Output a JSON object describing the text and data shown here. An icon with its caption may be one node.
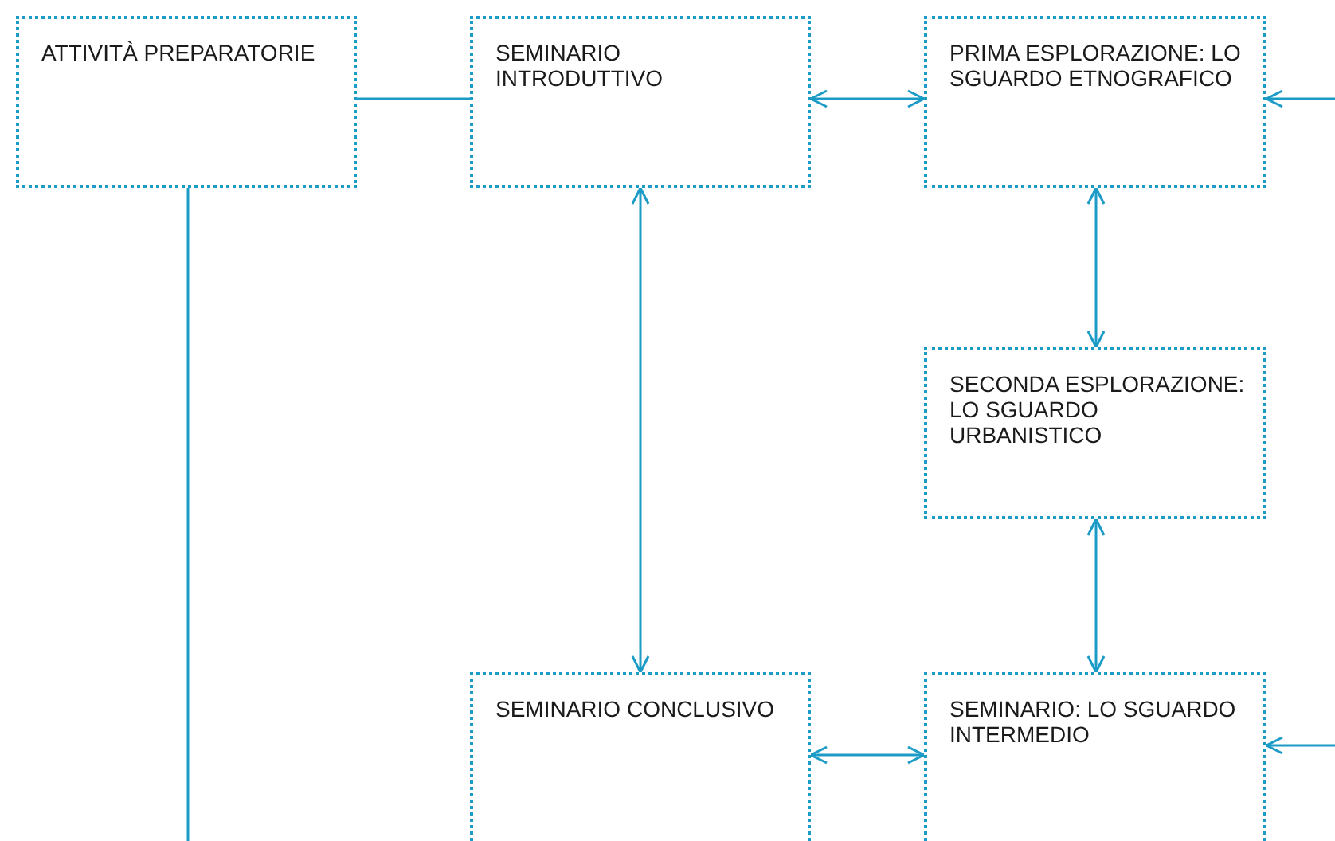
{
  "diagram": {
    "nodes": [
      {
        "text": [
          "ATTIVITÀ PREPARATORIE"
        ]
      },
      {
        "text": [
          "SEMINARIO INTRODUTTIVO"
        ]
      },
      {
        "text": [
          "PRIMA ESPLORAZIONE: LO SGUARDO ETNOGRAFICO"
        ]
      },
      {
        "text": [
          "SECONDA ESPLORAZIONE: LO SGUARDO URBANISTICO"
        ]
      },
      {
        "text": [
          "SEMINARIO CONCLUSIVO"
        ]
      },
      {
        "text": [
          "SEMINARIO: LO SGUARDO INTERMEDIO"
        ]
      }
    ],
    "edges": [
      {
        "from": 0,
        "to": 1,
        "arrow": "none"
      },
      {
        "from": 1,
        "to": 2,
        "arrow": "both"
      },
      {
        "from": 2,
        "to": 3,
        "arrow": "both"
      },
      {
        "from": 1,
        "to": 4,
        "arrow": "both"
      },
      {
        "from": 3,
        "to": 5,
        "arrow": "both"
      },
      {
        "from": 4,
        "to": 5,
        "arrow": "both"
      },
      {
        "from": null,
        "to": 2,
        "arrow": "to"
      },
      {
        "from": null,
        "to": 5,
        "arrow": "to"
      },
      {
        "from": 0,
        "to": null,
        "arrow": "none"
      }
    ]
  }
}
